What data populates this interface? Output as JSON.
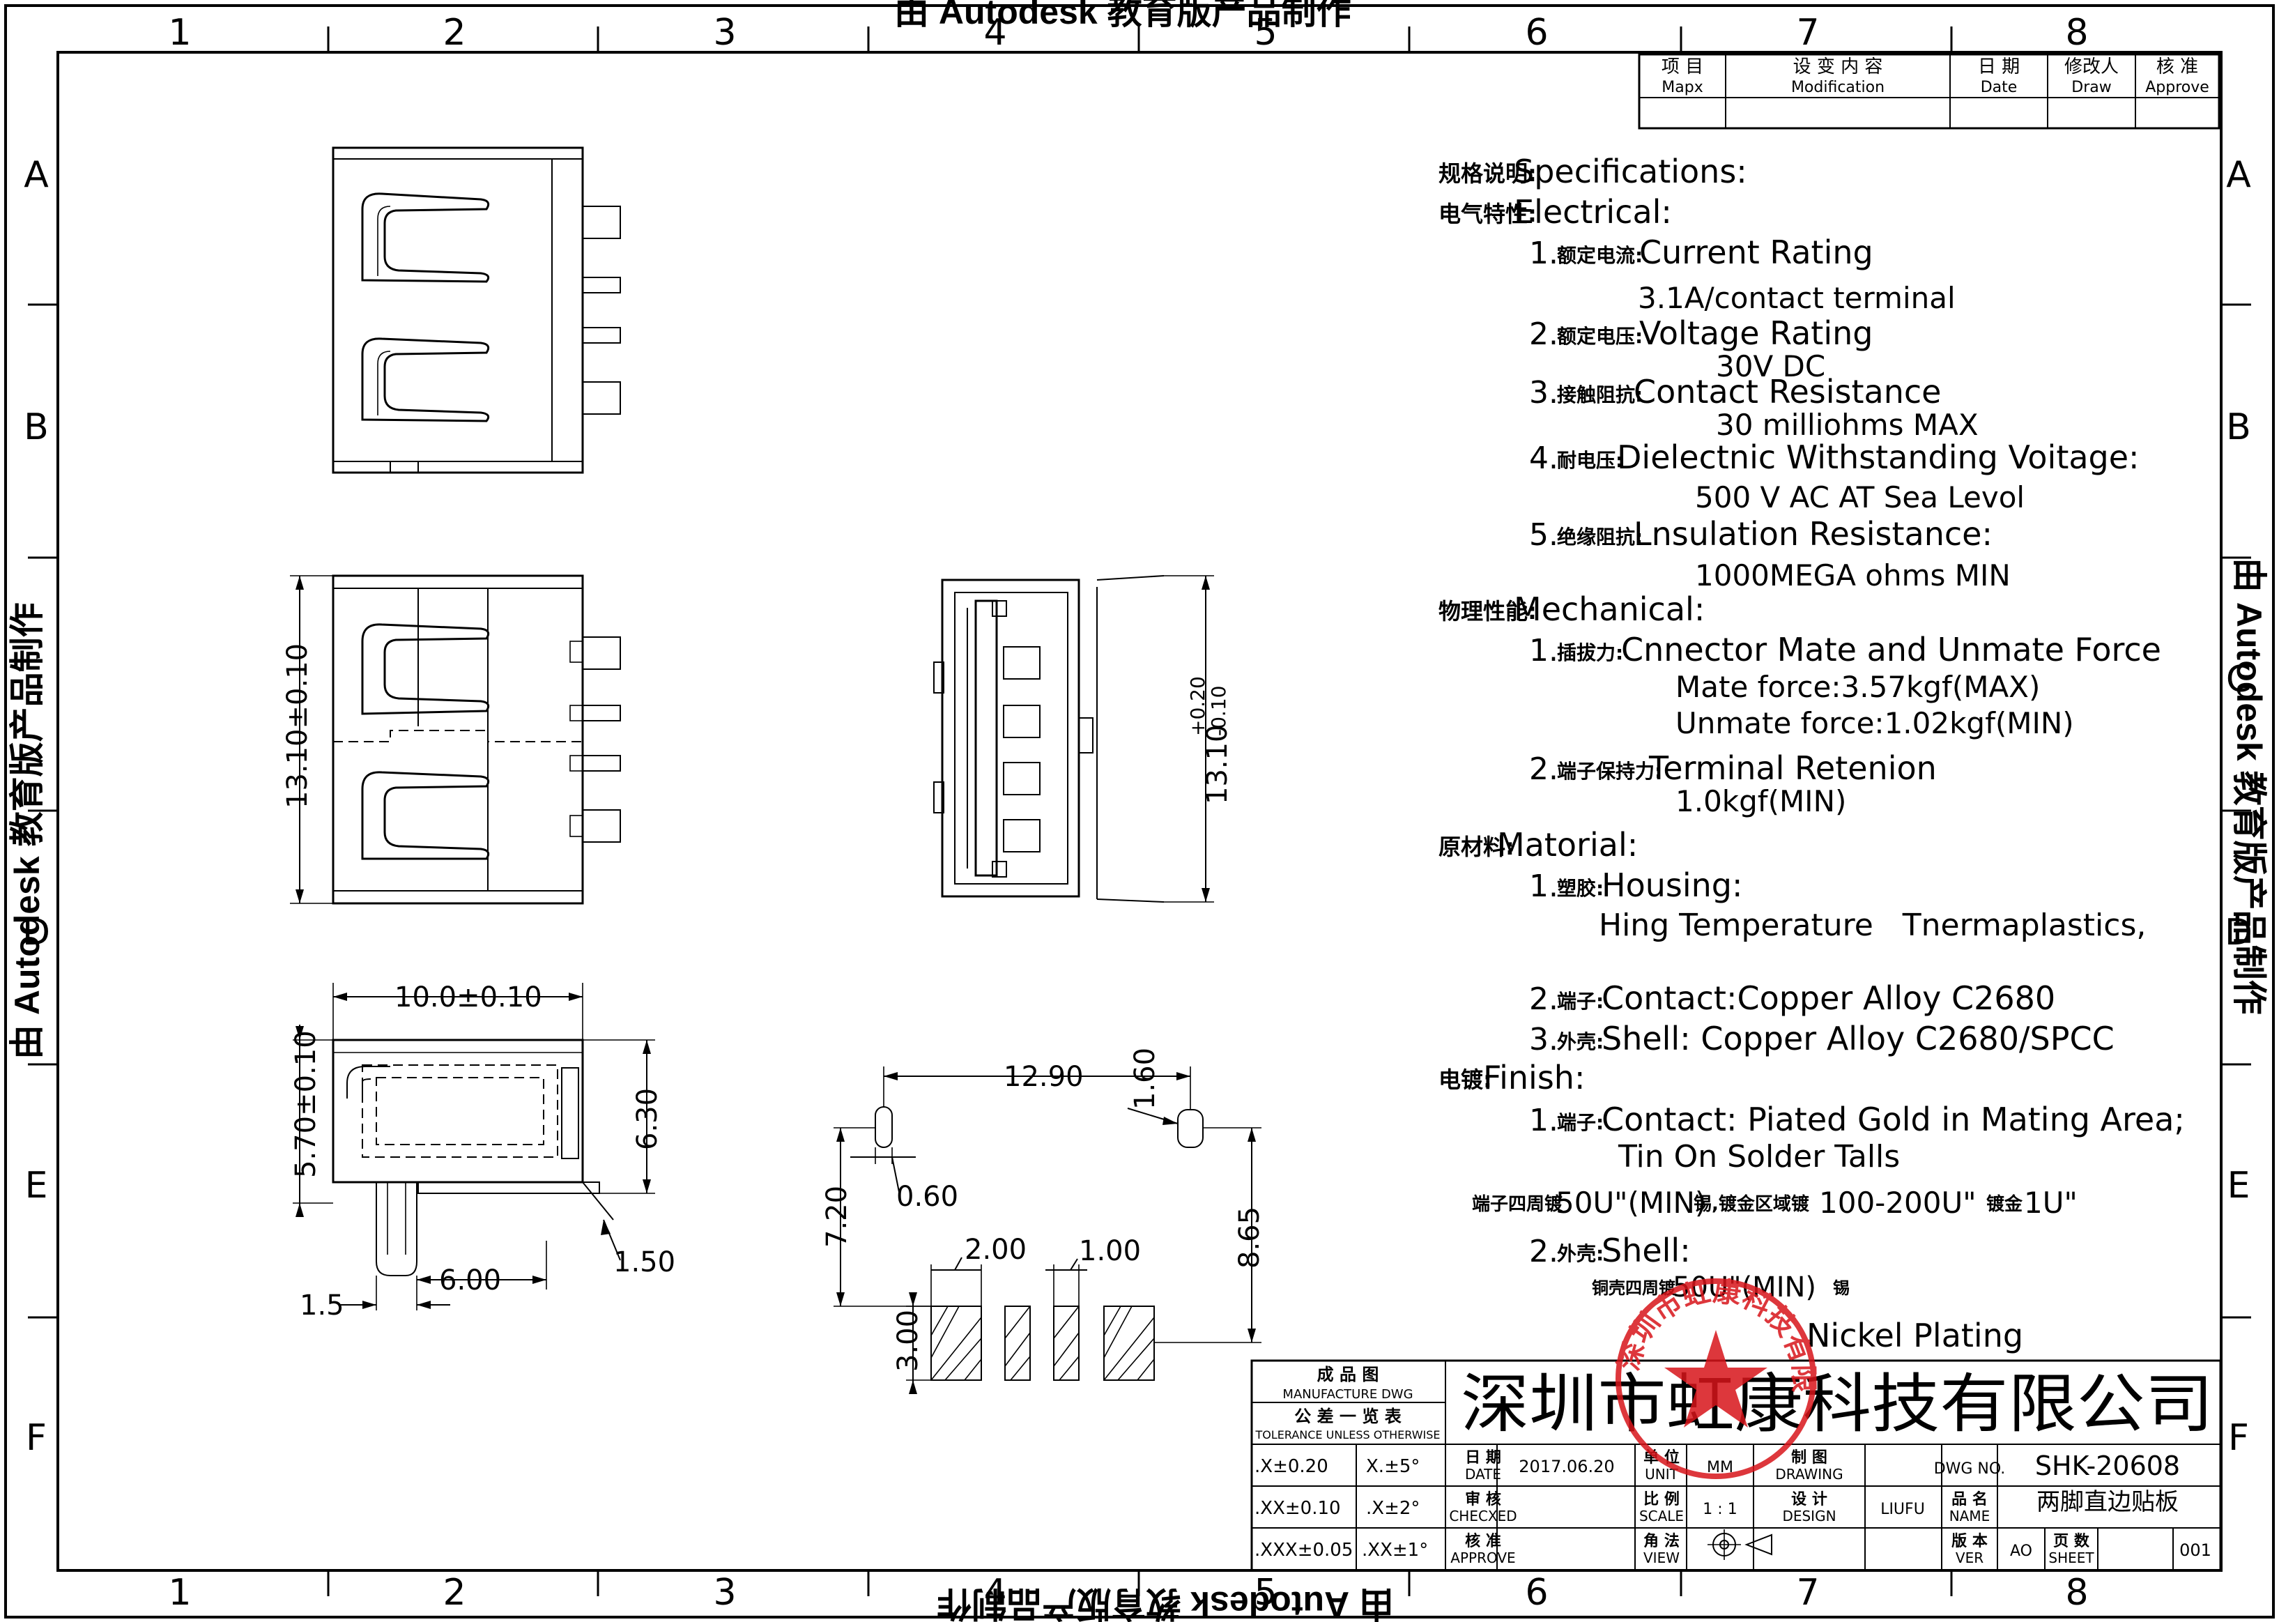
{
  "watermark": "由 Autodesk 教育版产品制作",
  "border": {
    "columns": [
      "1",
      "2",
      "3",
      "4",
      "5",
      "6",
      "7",
      "8"
    ],
    "rows": [
      "A",
      "B",
      "C",
      "D",
      "E",
      "F"
    ]
  },
  "revision_table": {
    "headers": [
      {
        "cn": "项 目",
        "en": "Mapx"
      },
      {
        "cn": "设 变 内 容",
        "en": "Modification"
      },
      {
        "cn": "日 期",
        "en": "Date"
      },
      {
        "cn": "修改人",
        "en": "Draw"
      },
      {
        "cn": "核 准",
        "en": "Approve"
      }
    ]
  },
  "spec": {
    "title_cn": "规格说明:",
    "title_en": "Specifications:",
    "electrical_cn": "电气特性:",
    "electrical_en": "Electrical:",
    "e1_num": "1.",
    "e1_cn": "额定电流:",
    "e1_en": "Current Rating",
    "e1_val": "3.1A/contact terminal",
    "e2_num": "2.",
    "e2_cn": "额定电压:",
    "e2_en": "Voltage Rating",
    "e2_val": "30V DC",
    "e3_num": "3.",
    "e3_cn": "接触阻抗:",
    "e3_en": "Contact Resistance",
    "e3_val": "30 milliohms MAX",
    "e4_num": "4.",
    "e4_cn": "耐电压:",
    "e4_en": "Dielectnic Withstanding Voitage:",
    "e4_val": "500 V AC AT Sea Levol",
    "e5_num": "5.",
    "e5_cn": "绝缘阻抗:",
    "e5_en": "Lnsulation Resistance:",
    "e5_val": "1000MEGA ohms MIN",
    "mech_cn": "物理性能:",
    "mech_en": "Mechanical:",
    "m1_num": "1.",
    "m1_cn": "插拔力:",
    "m1_en": "Cnnector Mate and Unmate Force",
    "m1_v1": "Mate force:3.57kgf(MAX)",
    "m1_v2": "Unmate force:1.02kgf(MIN)",
    "m2_num": "2.",
    "m2_cn": "端子保持力:",
    "m2_en": "Terminal Retenion",
    "m2_val": "1.0kgf(MIN)",
    "mat_cn": "原材料:",
    "mat_en": "Matorial:",
    "h1_num": "1.",
    "h1_cn": "塑胶:",
    "h1_en": "Housing:",
    "h1_val": "Hing Temperature   Tnermaplastics,",
    "h2_num": "2.",
    "h2_cn": "端子:",
    "h2_en": "Contact:Copper Alloy C2680",
    "h3_num": "3.",
    "h3_cn": "外壳:",
    "h3_en": "Shell: Copper Alloy C2680/SPCC",
    "fin_cn": "电镀:",
    "fin_en": "Finish:",
    "f1_num": "1.",
    "f1_cn": "端子:",
    "f1_en": "Contact: Piated Gold in Mating Area;",
    "f1_val": "Tin On Solder Talls",
    "f1_note_cn1": "端子四周镀",
    "f1_note_1": "50U\"(MIN)",
    "f1_note_cn2": "锡,镀金区域镀",
    "f1_note_2": "100-200U\"",
    "f1_note_cn3": "镀金",
    "f1_note_3": "1U\"",
    "f2_num": "2.",
    "f2_cn": "外壳:",
    "f2_en": "Shell:",
    "f2_note_cn": "铜壳四周镀",
    "f2_note": "50U\"(MIN)",
    "f2_note_cn2": "锡",
    "f2_val": "Nickel Plating"
  },
  "dims": {
    "side_height": "13.10±0.10",
    "front_height": "13.10",
    "front_tol_plus": "+0.20",
    "front_tol_minus": "-0.10",
    "width": "10.0±0.10",
    "left_h": "5.70±0.10",
    "right_h": "6.30",
    "pitch": "6.00",
    "left_off": "1.5",
    "pin_w": "1.50",
    "pad_span": "12.90",
    "slot_w": "1.60",
    "slot_d": "0.60",
    "row_sp": "7.20",
    "total": "8.65",
    "pad_big": "2.00",
    "pad_small": "1.00",
    "pad_h": "3.00"
  },
  "title_block": {
    "mfg_cn": "成 品 图",
    "mfg_en": "MANUFACTURE DWG",
    "tol_cn": "公 差 一 览 表",
    "tol_en": "TOLERANCE UNLESS OTHERWISE",
    "company": "深圳市虹康科技有限公司",
    "tol_rows": [
      {
        "a": ".X±0.20",
        "b": "X.±5°"
      },
      {
        "a": ".XX±0.10",
        "b": ".X±2°"
      },
      {
        "a": ".XXX±0.05",
        "b": ".XX±1°"
      }
    ],
    "date_cn": "日 期",
    "date_en": "DATE",
    "date_val": "2017.06.20",
    "unit_cn": "单 位",
    "unit_en": "UNIT",
    "unit_val": "MM",
    "drawing_cn": "制 图",
    "drawing_en": "DRAWING",
    "dwgno_label": "DWG NO.",
    "dwgno_val": "SHK-20608",
    "check_cn": "审 核",
    "check_en": "CHECXED",
    "scale_cn": "比 例",
    "scale_en": "SCALE",
    "scale_val": "1 : 1",
    "design_cn": "设 计",
    "design_en": "DESIGN",
    "design_val": "LIUFU",
    "name_cn": "品 名",
    "name_en": "NAME",
    "name_val": "两脚直边贴板",
    "approve_cn": "核 准",
    "approve_en": "APPROVE",
    "view_cn": "角 法",
    "view_en": "VIEW",
    "ver_cn": "版 本",
    "ver_en": "VER",
    "ver_val": "AO",
    "sheet_cn": "页 数",
    "sheet_en": "SHEET",
    "sheet_val": "001"
  },
  "stamp": {
    "color": "#d8151b"
  }
}
